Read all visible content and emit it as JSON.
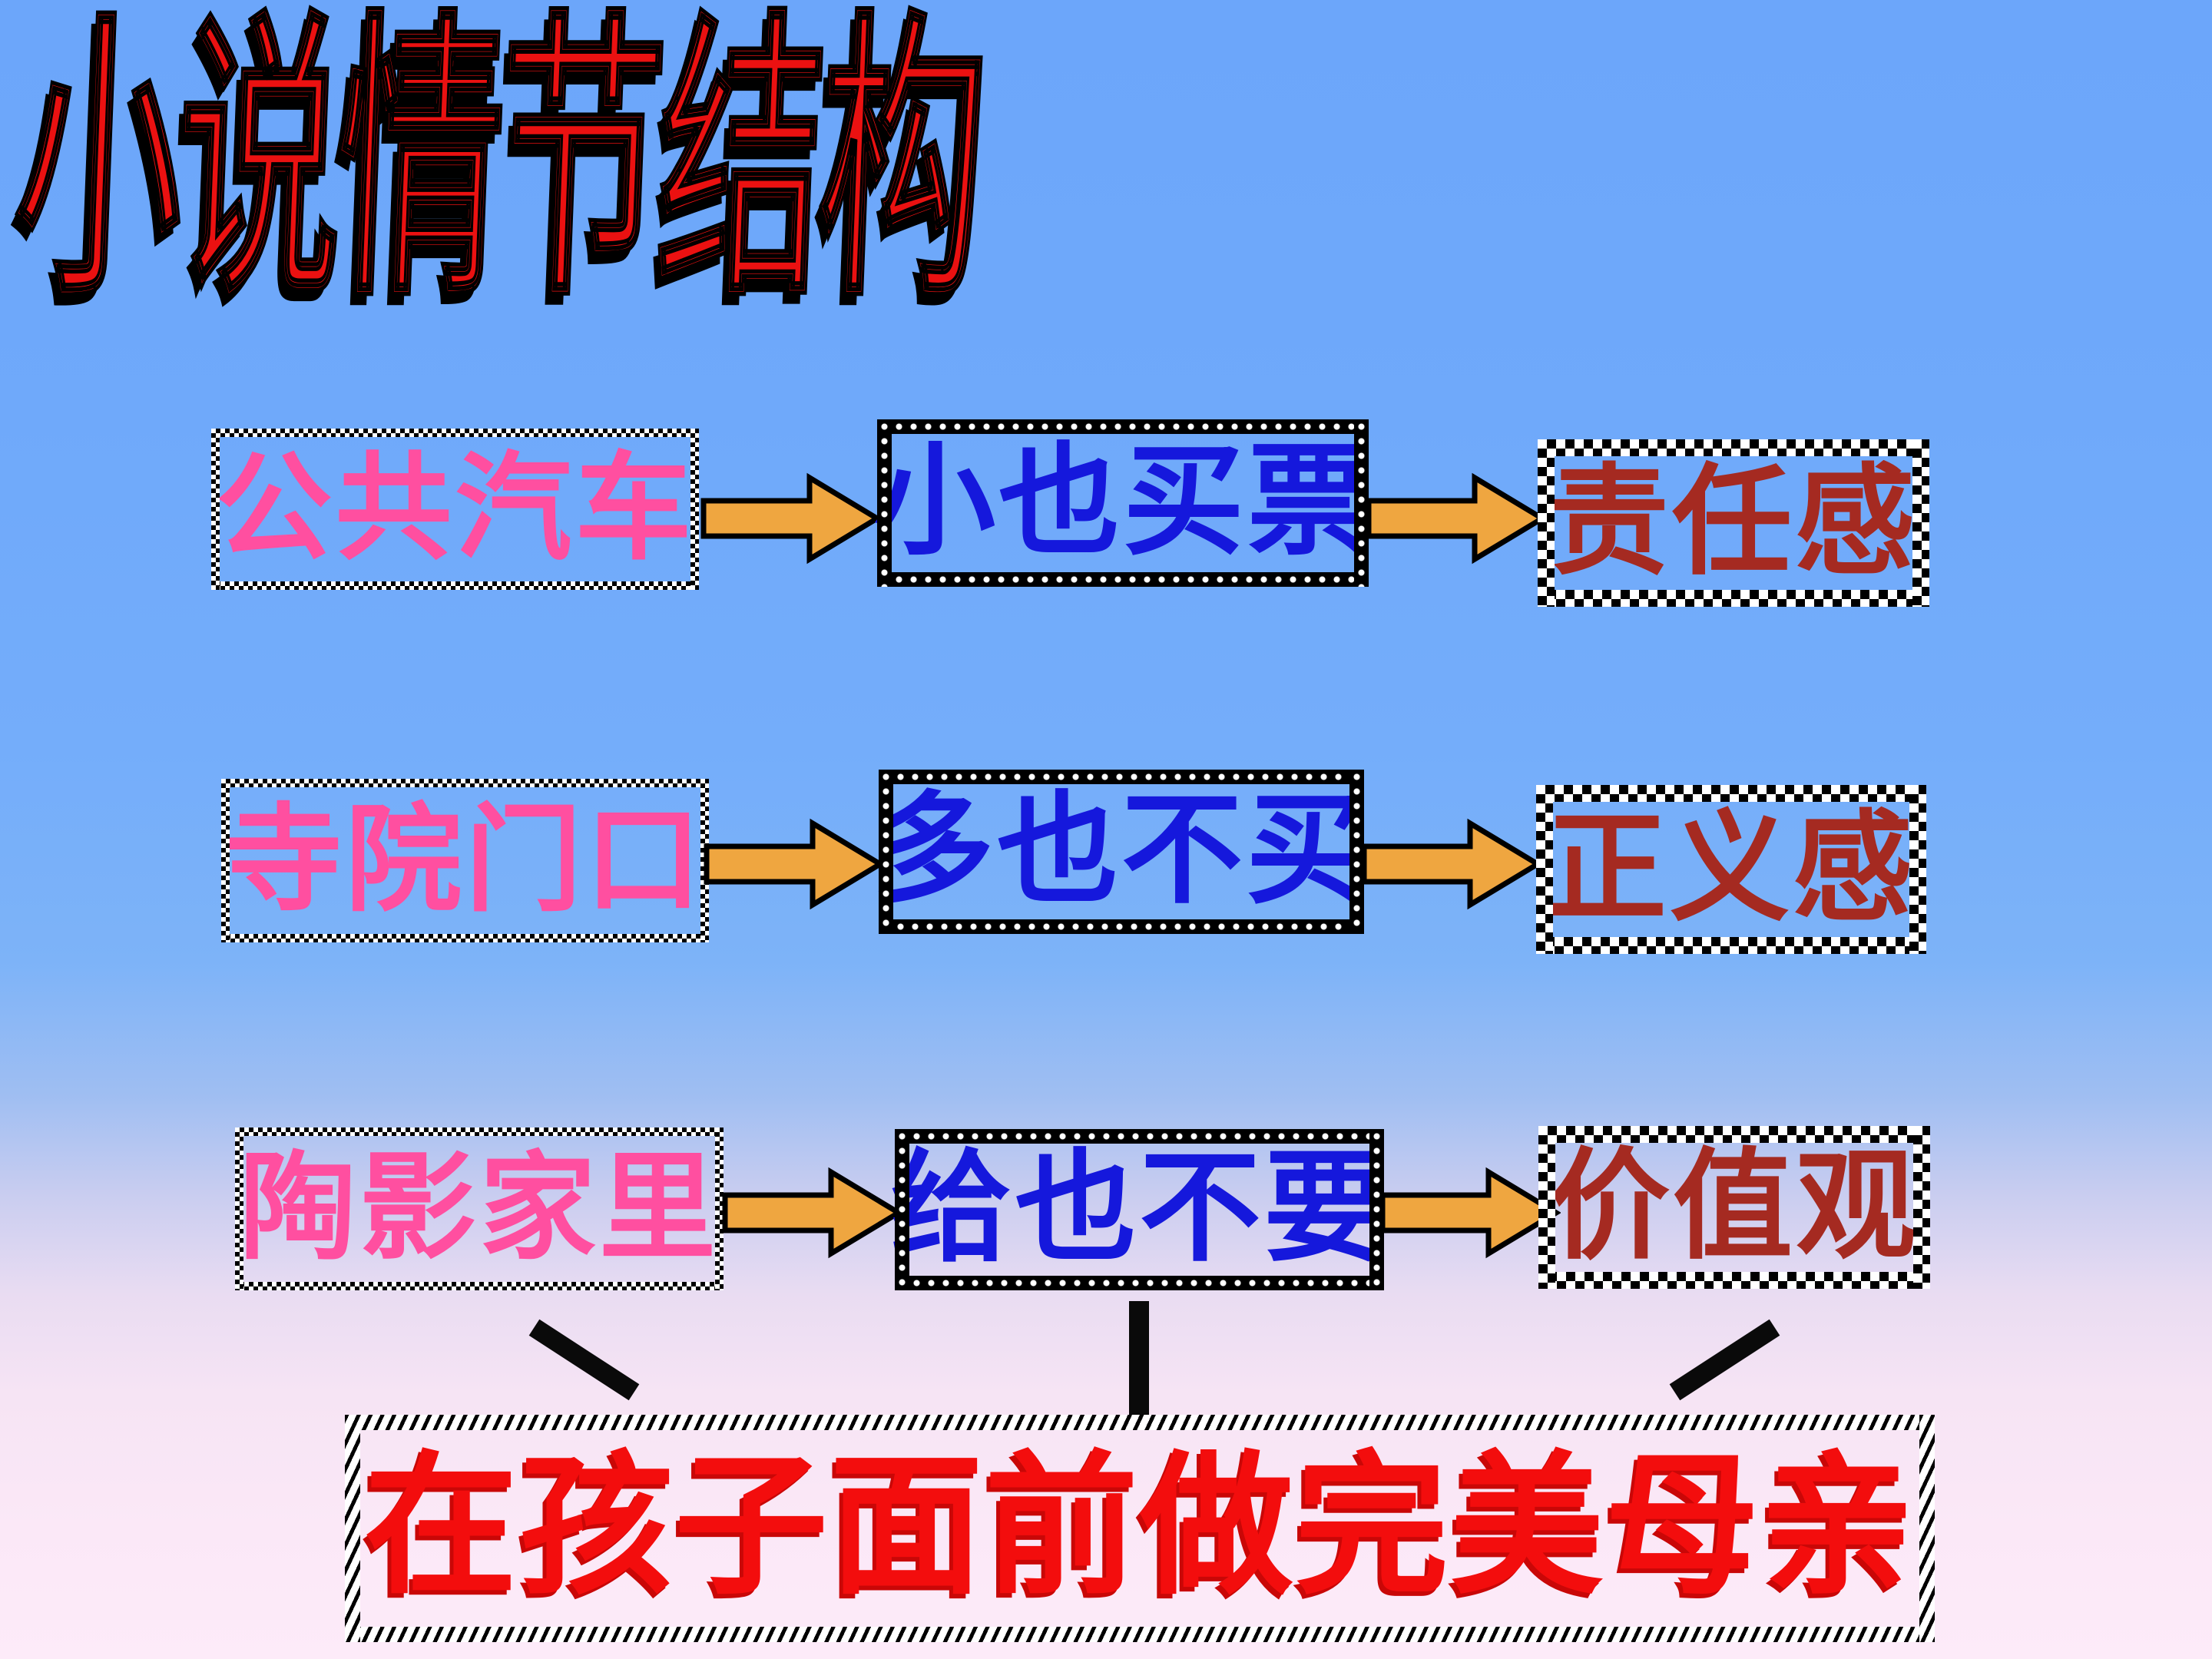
{
  "slide": {
    "title": "小说情节结构",
    "rows": [
      {
        "place": "公共汽车",
        "event": "小也买票",
        "trait": "责任感"
      },
      {
        "place": "寺院门口",
        "event": "多也不买",
        "trait": "正义感"
      },
      {
        "place": "陶影家里",
        "event": "给也不要",
        "trait": "价值观"
      }
    ],
    "conclusion": "在孩子面前做完美母亲",
    "colors": {
      "background_top": "#6CA6FA",
      "background_bottom": "#FDEBF9",
      "title_red": "#EB1111",
      "place_pink": "#FF4FA0",
      "event_blue": "#1518DC",
      "trait_dark_red": "#A52A21",
      "conclusion_red": "#F30D0D",
      "arrow_orange": "#EFA640",
      "arrow_outline": "#000000",
      "connector_black": "#0A0A0A"
    },
    "icons": {
      "arrow": "right-block-arrow-icon",
      "connector": "connector-line"
    }
  }
}
